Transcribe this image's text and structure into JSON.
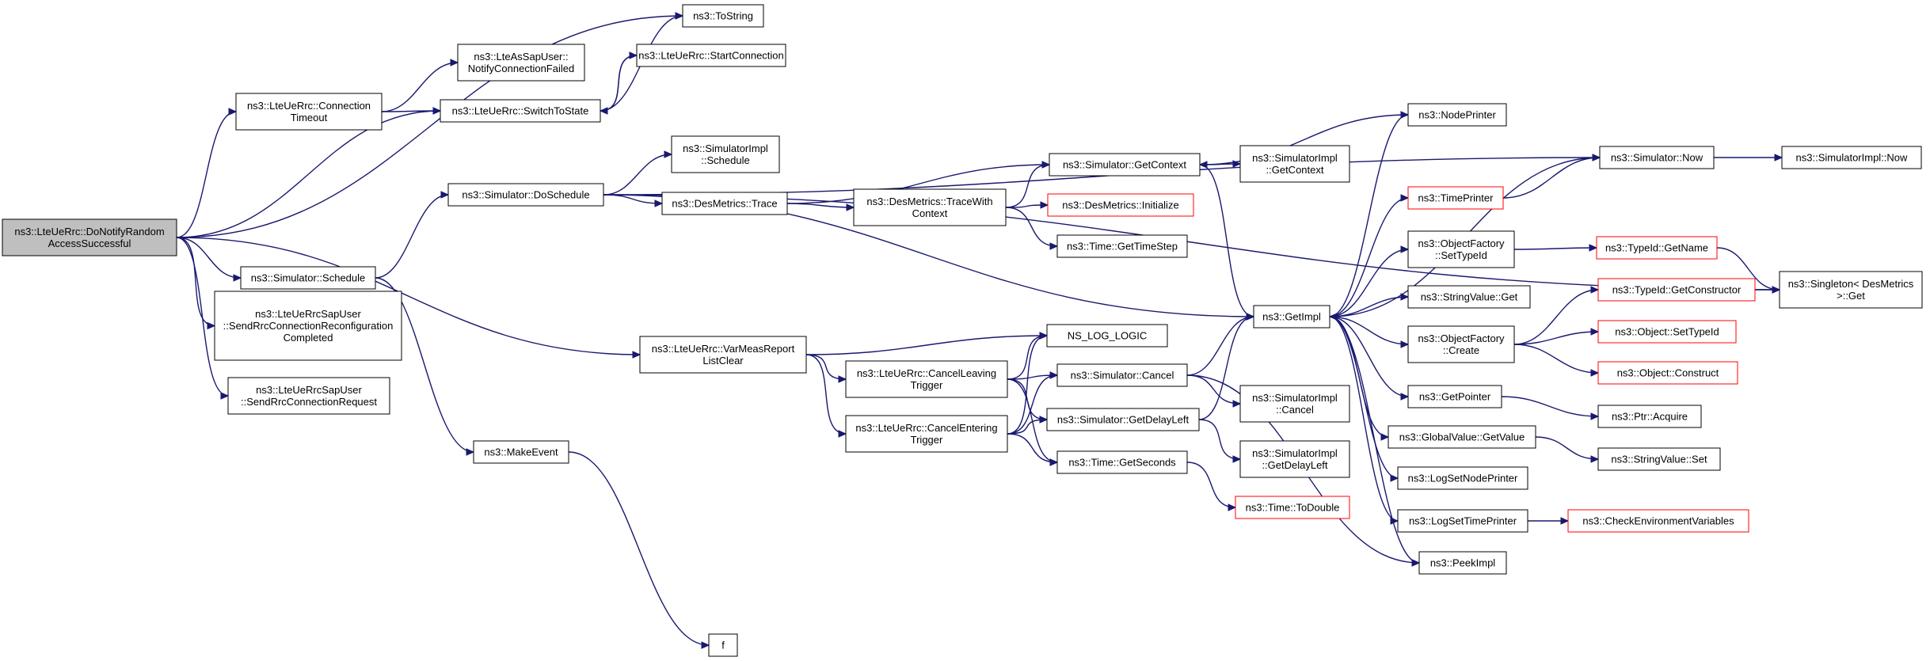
{
  "colors": {
    "edge": "#191970",
    "border": "#000000",
    "border_incomplete": "#ff0000",
    "root_fill": "#bfbfbf",
    "fill": "#ffffff"
  },
  "nodes": [
    {
      "id": "root",
      "lines": [
        "ns3::LteUeRrc::DoNotifyRandom",
        "AccessSuccessful"
      ],
      "style": "root"
    },
    {
      "id": "tostring",
      "lines": [
        "ns3::ToString"
      ],
      "style": "normal"
    },
    {
      "id": "notifyfail",
      "lines": [
        "ns3::LteAsSapUser::",
        "NotifyConnectionFailed"
      ],
      "style": "normal"
    },
    {
      "id": "startconn",
      "lines": [
        "ns3::LteUeRrc::StartConnection"
      ],
      "style": "normal"
    },
    {
      "id": "conntimeout",
      "lines": [
        "ns3::LteUeRrc::Connection",
        "Timeout"
      ],
      "style": "normal"
    },
    {
      "id": "switchstate",
      "lines": [
        "ns3::LteUeRrc::SwitchToState"
      ],
      "style": "normal"
    },
    {
      "id": "doschedule",
      "lines": [
        "ns3::Simulator::DoSchedule"
      ],
      "style": "normal"
    },
    {
      "id": "simimplschedule",
      "lines": [
        "ns3::SimulatorImpl",
        "::Schedule"
      ],
      "style": "normal"
    },
    {
      "id": "desmetricstrace",
      "lines": [
        "ns3::DesMetrics::Trace"
      ],
      "style": "normal"
    },
    {
      "id": "tracewithcontext",
      "lines": [
        "ns3::DesMetrics::TraceWith",
        "Context"
      ],
      "style": "normal"
    },
    {
      "id": "getcontext",
      "lines": [
        "ns3::Simulator::GetContext"
      ],
      "style": "normal"
    },
    {
      "id": "simimplgetcontext",
      "lines": [
        "ns3::SimulatorImpl",
        "::GetContext"
      ],
      "style": "normal"
    },
    {
      "id": "desinit",
      "lines": [
        "ns3::DesMetrics::Initialize"
      ],
      "style": "incomplete"
    },
    {
      "id": "gettimestep",
      "lines": [
        "ns3::Time::GetTimeStep"
      ],
      "style": "normal"
    },
    {
      "id": "nodeprinter",
      "lines": [
        "ns3::NodePrinter"
      ],
      "style": "normal"
    },
    {
      "id": "simnow",
      "lines": [
        "ns3::Simulator::Now"
      ],
      "style": "normal"
    },
    {
      "id": "simimplnow",
      "lines": [
        "ns3::SimulatorImpl::Now"
      ],
      "style": "normal"
    },
    {
      "id": "timeprinter",
      "lines": [
        "ns3::TimePrinter"
      ],
      "style": "incomplete"
    },
    {
      "id": "objfactsettypeid",
      "lines": [
        "ns3::ObjectFactory",
        "::SetTypeId"
      ],
      "style": "normal"
    },
    {
      "id": "typeidgetname",
      "lines": [
        "ns3::TypeId::GetName"
      ],
      "style": "incomplete"
    },
    {
      "id": "singletonget",
      "lines": [
        "ns3::Singleton< DesMetrics",
        " >::Get"
      ],
      "style": "normal"
    },
    {
      "id": "simschedule",
      "lines": [
        "ns3::Simulator::Schedule"
      ],
      "style": "normal"
    },
    {
      "id": "sendreconfig",
      "lines": [
        "ns3::LteUeRrcSapUser",
        "::SendRrcConnectionReconfiguration",
        "Completed"
      ],
      "style": "normal"
    },
    {
      "id": "sendrequest",
      "lines": [
        "ns3::LteUeRrcSapUser",
        "::SendRrcConnectionRequest"
      ],
      "style": "normal"
    },
    {
      "id": "getimpl",
      "lines": [
        "ns3::GetImpl"
      ],
      "style": "normal"
    },
    {
      "id": "stringvalueget",
      "lines": [
        "ns3::StringValue::Get"
      ],
      "style": "normal"
    },
    {
      "id": "typeidgetctor",
      "lines": [
        "ns3::TypeId::GetConstructor"
      ],
      "style": "incomplete"
    },
    {
      "id": "varmeas",
      "lines": [
        "ns3::LteUeRrc::VarMeasReport",
        "ListClear"
      ],
      "style": "normal"
    },
    {
      "id": "nsloglogic",
      "lines": [
        "NS_LOG_LOGIC"
      ],
      "style": "normal"
    },
    {
      "id": "objfactcreate",
      "lines": [
        "ns3::ObjectFactory",
        "::Create"
      ],
      "style": "normal"
    },
    {
      "id": "objsettypeid",
      "lines": [
        "ns3::Object::SetTypeId"
      ],
      "style": "incomplete"
    },
    {
      "id": "cancelleaving",
      "lines": [
        "ns3::LteUeRrc::CancelLeaving",
        "Trigger"
      ],
      "style": "normal"
    },
    {
      "id": "simcancel",
      "lines": [
        "ns3::Simulator::Cancel"
      ],
      "style": "normal"
    },
    {
      "id": "objconstruct",
      "lines": [
        "ns3::Object::Construct"
      ],
      "style": "incomplete"
    },
    {
      "id": "simimplcancel",
      "lines": [
        "ns3::SimulatorImpl",
        "::Cancel"
      ],
      "style": "normal"
    },
    {
      "id": "getpointer",
      "lines": [
        "ns3::GetPointer"
      ],
      "style": "normal"
    },
    {
      "id": "ptracquire",
      "lines": [
        "ns3::Ptr::Acquire"
      ],
      "style": "normal"
    },
    {
      "id": "cancelentering",
      "lines": [
        "ns3::LteUeRrc::CancelEntering",
        "Trigger"
      ],
      "style": "normal"
    },
    {
      "id": "getdelayleft",
      "lines": [
        "ns3::Simulator::GetDelayLeft"
      ],
      "style": "normal"
    },
    {
      "id": "globalvalueget",
      "lines": [
        "ns3::GlobalValue::GetValue"
      ],
      "style": "normal"
    },
    {
      "id": "stringvalueset",
      "lines": [
        "ns3::StringValue::Set"
      ],
      "style": "normal"
    },
    {
      "id": "makeevent",
      "lines": [
        "ns3::MakeEvent"
      ],
      "style": "normal"
    },
    {
      "id": "simimplgetdelay",
      "lines": [
        "ns3::SimulatorImpl",
        "::GetDelayLeft"
      ],
      "style": "normal"
    },
    {
      "id": "getseconds",
      "lines": [
        "ns3::Time::GetSeconds"
      ],
      "style": "normal"
    },
    {
      "id": "logsetnodeprinter",
      "lines": [
        "ns3::LogSetNodePrinter"
      ],
      "style": "normal"
    },
    {
      "id": "todouble",
      "lines": [
        "ns3::Time::ToDouble"
      ],
      "style": "incomplete"
    },
    {
      "id": "logsettimeprinter",
      "lines": [
        "ns3::LogSetTimePrinter"
      ],
      "style": "normal"
    },
    {
      "id": "checkenv",
      "lines": [
        "ns3::CheckEnvironmentVariables"
      ],
      "style": "incomplete"
    },
    {
      "id": "peekimpl",
      "lines": [
        "ns3::PeekImpl"
      ],
      "style": "normal"
    },
    {
      "id": "f",
      "lines": [
        "f"
      ],
      "style": "normal"
    }
  ],
  "edges": [
    [
      "root",
      "tostring"
    ],
    [
      "root",
      "conntimeout"
    ],
    [
      "root",
      "switchstate"
    ],
    [
      "root",
      "simschedule"
    ],
    [
      "root",
      "sendreconfig"
    ],
    [
      "root",
      "sendrequest"
    ],
    [
      "root",
      "varmeas"
    ],
    [
      "conntimeout",
      "notifyfail"
    ],
    [
      "conntimeout",
      "switchstate"
    ],
    [
      "switchstate",
      "tostring"
    ],
    [
      "switchstate",
      "startconn"
    ],
    [
      "startconn",
      "switchstate"
    ],
    [
      "simschedule",
      "doschedule"
    ],
    [
      "simschedule",
      "makeevent"
    ],
    [
      "makeevent",
      "f"
    ],
    [
      "doschedule",
      "simimplschedule"
    ],
    [
      "doschedule",
      "desmetricstrace"
    ],
    [
      "doschedule",
      "getimpl"
    ],
    [
      "doschedule",
      "simnow"
    ],
    [
      "doschedule",
      "singletonget"
    ],
    [
      "desmetricstrace",
      "getcontext"
    ],
    [
      "desmetricstrace",
      "tracewithcontext"
    ],
    [
      "tracewithcontext",
      "getcontext"
    ],
    [
      "tracewithcontext",
      "desinit"
    ],
    [
      "tracewithcontext",
      "gettimestep"
    ],
    [
      "getcontext",
      "simimplgetcontext"
    ],
    [
      "getcontext",
      "getimpl"
    ],
    [
      "nodeprinter",
      "getcontext"
    ],
    [
      "simnow",
      "simimplnow"
    ],
    [
      "simnow",
      "getimpl"
    ],
    [
      "timeprinter",
      "simnow"
    ],
    [
      "objfactsettypeid",
      "typeidgetname"
    ],
    [
      "typeidgetname",
      "singletonget"
    ],
    [
      "getimpl",
      "nodeprinter"
    ],
    [
      "getimpl",
      "timeprinter"
    ],
    [
      "getimpl",
      "objfactsettypeid"
    ],
    [
      "getimpl",
      "stringvalueget"
    ],
    [
      "getimpl",
      "objfactcreate"
    ],
    [
      "getimpl",
      "getpointer"
    ],
    [
      "getimpl",
      "globalvalueget"
    ],
    [
      "getimpl",
      "logsetnodeprinter"
    ],
    [
      "getimpl",
      "logsettimeprinter"
    ],
    [
      "getimpl",
      "peekimpl"
    ],
    [
      "objfactcreate",
      "typeidgetctor"
    ],
    [
      "objfactcreate",
      "objsettypeid"
    ],
    [
      "objfactcreate",
      "objconstruct"
    ],
    [
      "typeidgetctor",
      "singletonget"
    ],
    [
      "getpointer",
      "ptracquire"
    ],
    [
      "globalvalueget",
      "stringvalueset"
    ],
    [
      "logsettimeprinter",
      "checkenv"
    ],
    [
      "varmeas",
      "nsloglogic"
    ],
    [
      "varmeas",
      "cancelleaving"
    ],
    [
      "varmeas",
      "cancelentering"
    ],
    [
      "cancelleaving",
      "nsloglogic"
    ],
    [
      "cancelleaving",
      "simcancel"
    ],
    [
      "cancelleaving",
      "getdelayleft"
    ],
    [
      "cancelleaving",
      "getseconds"
    ],
    [
      "cancelentering",
      "nsloglogic"
    ],
    [
      "cancelentering",
      "simcancel"
    ],
    [
      "cancelentering",
      "getdelayleft"
    ],
    [
      "cancelentering",
      "getseconds"
    ],
    [
      "simcancel",
      "getimpl"
    ],
    [
      "simcancel",
      "simimplcancel"
    ],
    [
      "simcancel",
      "peekimpl"
    ],
    [
      "getdelayleft",
      "getimpl"
    ],
    [
      "getdelayleft",
      "simimplgetdelay"
    ],
    [
      "getseconds",
      "todouble"
    ]
  ]
}
